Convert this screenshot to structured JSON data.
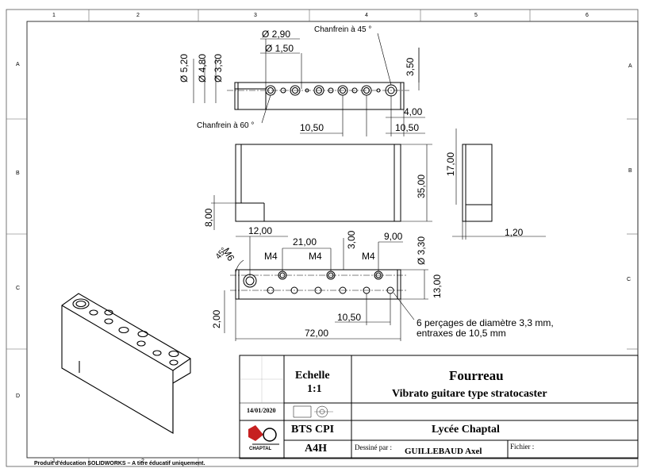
{
  "zones": {
    "columns": [
      "1",
      "2",
      "3",
      "4",
      "5",
      "6"
    ],
    "rows": [
      "A",
      "B",
      "C",
      "D"
    ]
  },
  "top_view": {
    "chamfer_top": "Chanfrein à 45 °",
    "chamfer_side": "Chanfrein à 60 °",
    "d1": "2,90",
    "d2": "1,50",
    "d3": "5,20",
    "d4": "4,80",
    "d5": "3,30",
    "h1": "3,50",
    "h2": "4,00",
    "pitch1": "10,50",
    "pitch2": "10,50"
  },
  "front_view": {
    "height": "35,00",
    "step": "8,00"
  },
  "side_view": {
    "depth": "17,00",
    "wall": "1,20"
  },
  "bottom_view": {
    "x1": "12,00",
    "x2": "21,00",
    "x3": "3,00",
    "x4": "9,00",
    "dia": "3,30",
    "thread1": "M4",
    "thread2": "M4",
    "thread3": "M4",
    "m6": "M6",
    "angle": "45°",
    "height": "13,00",
    "edge": "2,00",
    "pitch": "10,50",
    "length": "72,00",
    "note_line1": "6 perçages de diamètre 3,3 mm,",
    "note_line2": "entraxes de 10,5 mm"
  },
  "title_block": {
    "scale_label": "Echelle",
    "scale_value": "1:1",
    "title": "Fourreau",
    "subtitle": "Vibrato guitare type stratocaster",
    "date": "14/01/2020",
    "class": "BTS CPI",
    "school": "Lycée Chaptal",
    "format": "A4H",
    "drawn_by_label": "Dessiné par :",
    "drawn_by": "GUILLEBAUD Axel",
    "file_label": "Fichier :",
    "logo_text": "CHAPTAL"
  },
  "footer": "Produit d'éducation SOLIDWORKS – A titre éducatif uniquement."
}
